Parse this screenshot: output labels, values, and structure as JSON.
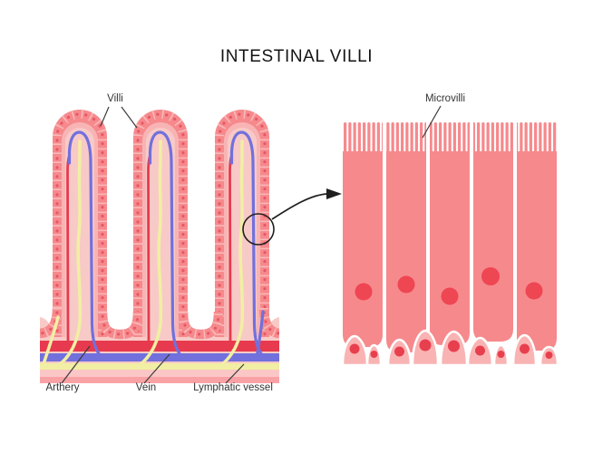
{
  "title": "INTESTINAL VILLI",
  "labels": {
    "villi": "Villi",
    "microvilli": "Microvilli",
    "artery": "Arthery",
    "vein": "Vein",
    "lymphatic": "Lymphatic vessel"
  },
  "legend_targets": {
    "artery_band_color": "#e73a4e",
    "vein_band_color": "#7170dd",
    "lymphatic_band_color": "#f1efa3"
  },
  "colors": {
    "salmon": "#f6898c",
    "divider": "#f9b9b9",
    "dot": "#e65866",
    "inner": "#f8b4b4",
    "core": "#f8cac7",
    "artery": "#e73a4e",
    "vein": "#7170dd",
    "lymph": "#f1efa3",
    "band_light": "#fbc6c6",
    "band_deep": "#f9a2a5",
    "small_cell": "#f9b3b3",
    "cell_nucleus": "#ee4653",
    "small_nucleus": "#e83f4e",
    "line": "#3c3c3c",
    "title": "#141414",
    "bg": "#ffffff"
  }
}
